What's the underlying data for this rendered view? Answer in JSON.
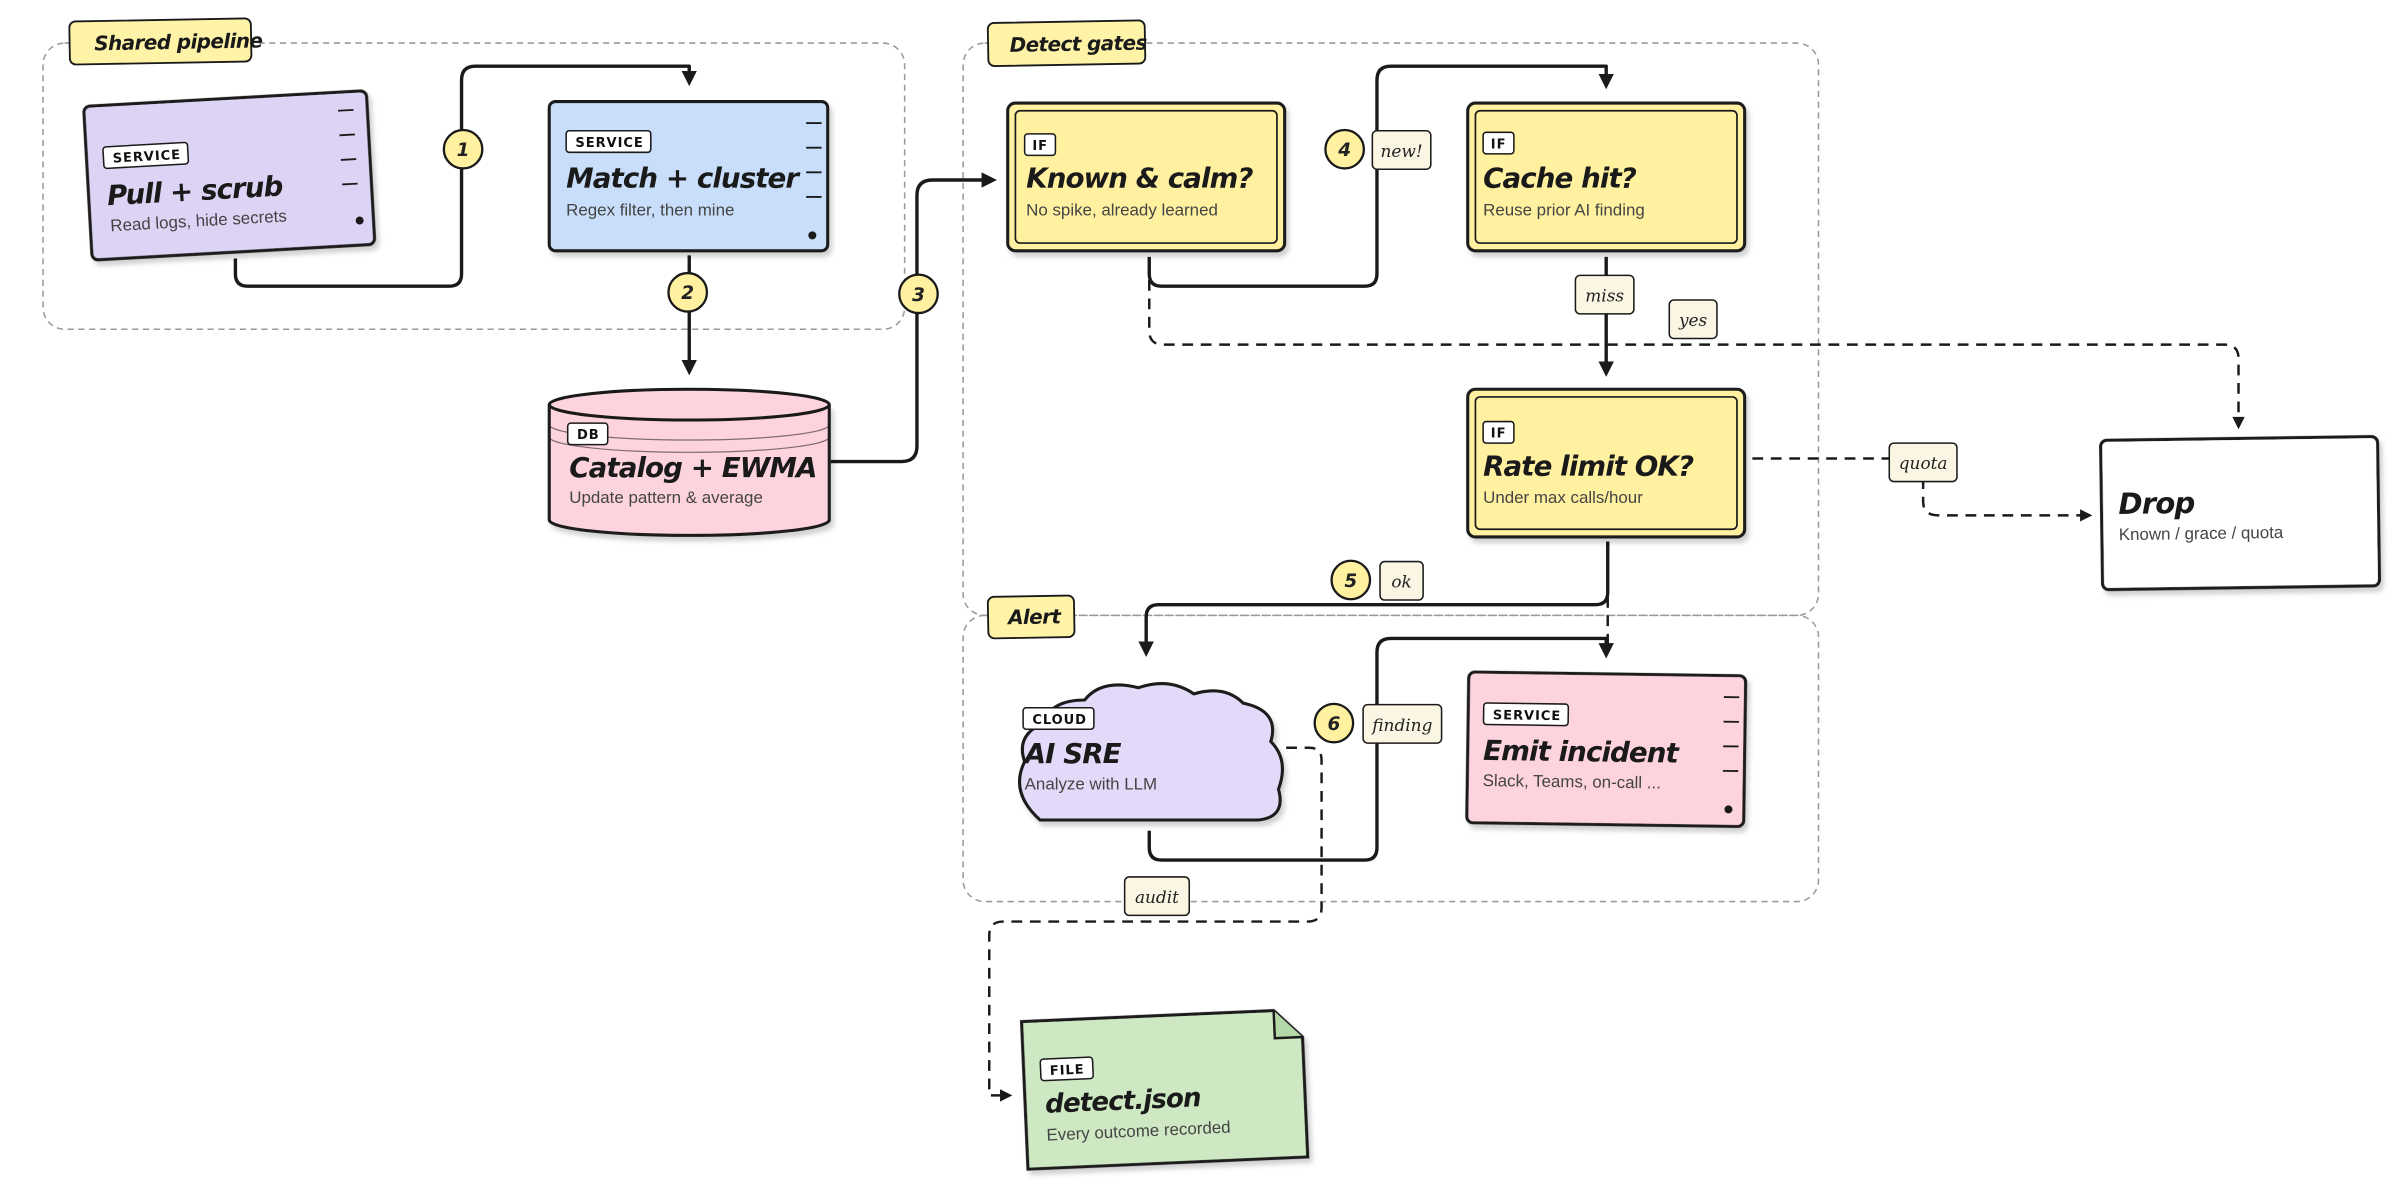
{
  "colors": {
    "service_purple": "#ddd4f5",
    "service_blue": "#c8defa",
    "db_pink": "#fdd3dd",
    "gate_yellow": "#fff1a0",
    "cloud_lavender": "#e3d9f8",
    "file_green": "#cde8c3",
    "drop_white": "#ffffff",
    "label_yellow": "#fff3a8",
    "edge_label_bg": "#fbf6e3",
    "ink": "#1a1a1a"
  },
  "groups": {
    "shared": {
      "label": "Shared pipeline"
    },
    "detect": {
      "label": "Detect gates"
    },
    "alert": {
      "label": "Alert"
    }
  },
  "nodes": {
    "pull": {
      "badge": "SERVICE",
      "title": "Pull + scrub",
      "subtitle": "Read logs, hide secrets"
    },
    "match": {
      "badge": "SERVICE",
      "title": "Match + cluster",
      "subtitle": "Regex filter, then mine"
    },
    "catalog": {
      "badge": "DB",
      "title": "Catalog + EWMA",
      "subtitle": "Update pattern & average"
    },
    "known": {
      "badge": "IF",
      "title": "Known & calm?",
      "subtitle": "No spike, already learned"
    },
    "cache": {
      "badge": "IF",
      "title": "Cache hit?",
      "subtitle": "Reuse prior AI finding"
    },
    "rate": {
      "badge": "IF",
      "title": "Rate limit OK?",
      "subtitle": "Under max calls/hour"
    },
    "drop": {
      "title": "Drop",
      "subtitle": "Known / grace / quota"
    },
    "ai_sre": {
      "badge": "CLOUD",
      "title": "AI SRE",
      "subtitle": "Analyze with LLM"
    },
    "emit": {
      "badge": "SERVICE",
      "title": "Emit incident",
      "subtitle": "Slack, Teams, on-call ..."
    },
    "file": {
      "badge": "FILE",
      "title": "detect.json",
      "subtitle": "Every outcome recorded"
    }
  },
  "steps": [
    "1",
    "2",
    "3",
    "4",
    "5",
    "6"
  ],
  "edge_labels": {
    "new": "new!",
    "miss": "miss",
    "yes": "yes",
    "quota": "quota",
    "ok": "ok",
    "finding": "finding",
    "audit": "audit"
  }
}
